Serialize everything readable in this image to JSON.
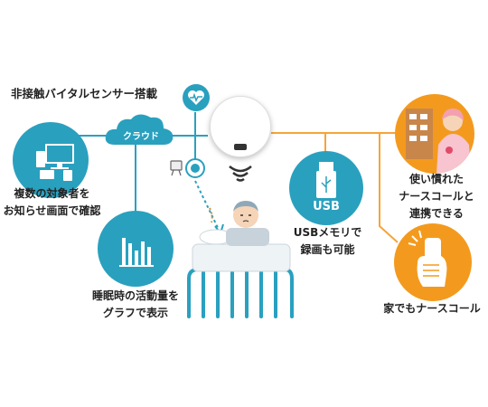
{
  "title": "非接触バイタルセンサー搭載",
  "cloud_label": "クラウド",
  "usb_label": "USB",
  "features": {
    "pc_notify": [
      "複数の対象者を",
      "お知らせ画面で確認"
    ],
    "sleep_graph": [
      "睡眠時の活動量を",
      "グラフで表示"
    ],
    "usb_record": [
      "USBメモリで",
      "録画も可能"
    ],
    "nurse_call": [
      "使い慣れた",
      "ナースコールと",
      "連携できる"
    ],
    "home_call": [
      "家でもナースコール"
    ]
  },
  "colors": {
    "blue": "#2aa0bf",
    "orange": "#f39a1e",
    "orange_line": "#f5a43a",
    "gray_icon": "#555"
  },
  "icons": [
    "devices-icon",
    "bar-chart-icon",
    "usb-stick-icon",
    "heart-pulse-icon",
    "cloud-icon",
    "camera-icon",
    "wifi-signal-icon",
    "nurse-icon",
    "hand-call-button-icon",
    "bed-icon",
    "patient-icon"
  ]
}
